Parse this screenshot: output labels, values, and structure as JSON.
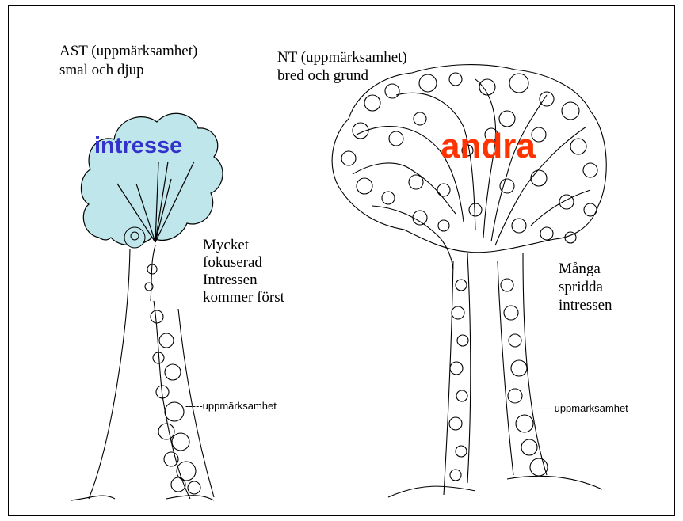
{
  "left_tree": {
    "title_line1": "AST (uppmärksamhet)",
    "title_line2": "smal och djup",
    "crown_word": "intresse",
    "crown_word_color": "#3333cc",
    "crown_fill": "#bfe6ea",
    "desc_line1": "Mycket",
    "desc_line2": "fokuserad",
    "desc_line3": "Intressen",
    "desc_line4": "kommer först",
    "trunk_label": "-----uppmärksamhet"
  },
  "right_tree": {
    "title_line1": "NT (uppmärksamhet)",
    "title_line2": "bred och grund",
    "crown_word": "andra",
    "crown_word_color": "#ff3300",
    "desc_line1": "Många",
    "desc_line2": "spridda",
    "desc_line3": "intressen",
    "trunk_label": "------ uppmärksamhet"
  }
}
